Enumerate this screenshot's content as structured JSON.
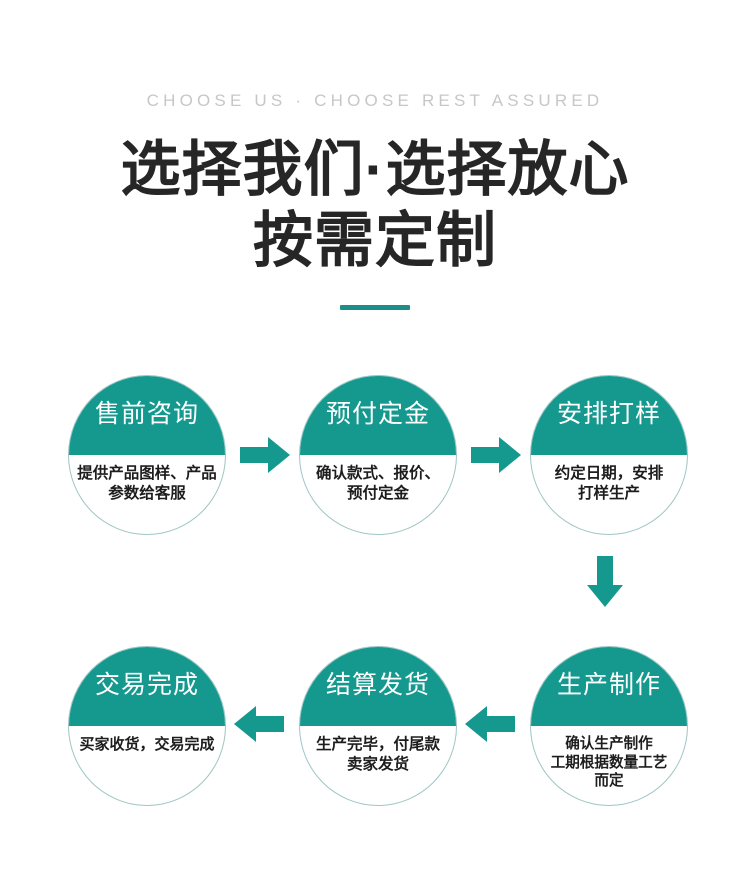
{
  "header": {
    "eyebrow": "CHOOSE US · CHOOSE REST ASSURED",
    "title_line_1": "选择我们·选择放心",
    "title_line_2": "按需定制"
  },
  "colors": {
    "teal": "#15998f",
    "divider": "#1b8e89",
    "eyebrow_text": "#c7c7c7",
    "title_text": "#262626",
    "node_body_text": "#1d1d1d",
    "node_border": "#9fc6c4",
    "background": "#ffffff"
  },
  "flow": {
    "nodes": [
      {
        "id": "node-1",
        "step": 1,
        "title": "售前咨询",
        "body": "提供产品图样、产品\n参数给客服"
      },
      {
        "id": "node-2",
        "step": 2,
        "title": "预付定金",
        "body": "确认款式、报价、\n预付定金"
      },
      {
        "id": "node-3",
        "step": 3,
        "title": "安排打样",
        "body": "约定日期，安排\n打样生产"
      },
      {
        "id": "node-4",
        "step": 4,
        "title": "生产制作",
        "body": "确认生产制作\n工期根据数量工艺\n而定"
      },
      {
        "id": "node-5",
        "step": 5,
        "title": "结算发货",
        "body": "生产完毕，付尾款\n卖家发货"
      },
      {
        "id": "node-6",
        "step": 6,
        "title": "交易完成",
        "body": "买家收货，交易完成"
      }
    ],
    "arrows": [
      {
        "id": "arrow-1",
        "direction": "right",
        "from": "node-1",
        "to": "node-2"
      },
      {
        "id": "arrow-2",
        "direction": "right",
        "from": "node-2",
        "to": "node-3"
      },
      {
        "id": "arrow-3",
        "direction": "down",
        "from": "node-3",
        "to": "node-4"
      },
      {
        "id": "arrow-4",
        "direction": "left",
        "from": "node-4",
        "to": "node-5"
      },
      {
        "id": "arrow-5",
        "direction": "left",
        "from": "node-5",
        "to": "node-6"
      }
    ]
  }
}
